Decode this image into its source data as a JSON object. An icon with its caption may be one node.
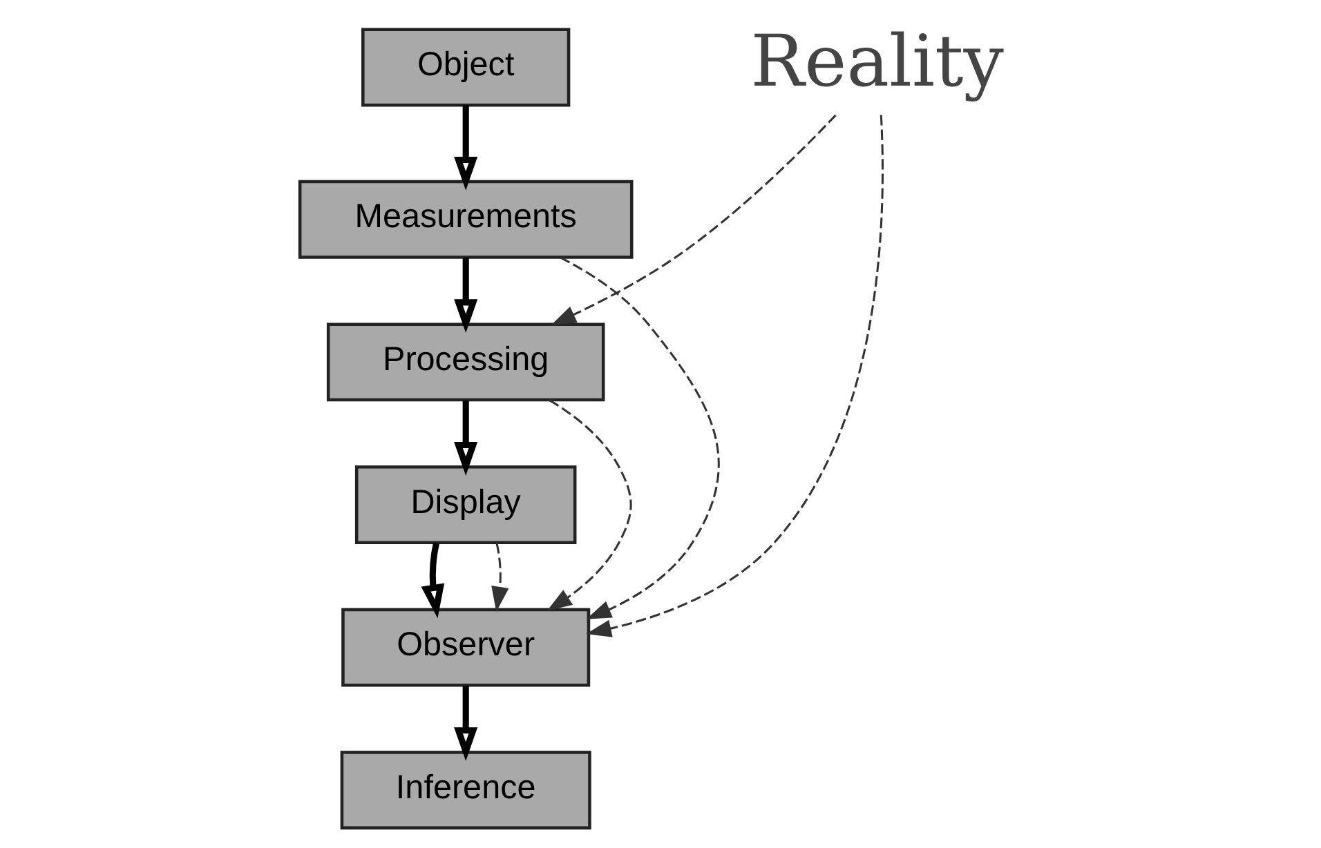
{
  "diagram": {
    "nodes": [
      {
        "text": [
          "Object"
        ]
      },
      {
        "text": [
          "Reality"
        ]
      },
      {
        "text": [
          "Measurements"
        ]
      },
      {
        "text": [
          "Processing"
        ]
      },
      {
        "text": [
          "Display"
        ]
      },
      {
        "text": [
          "Observer"
        ]
      },
      {
        "text": [
          "Inference"
        ]
      }
    ],
    "edges": [
      {
        "from": 0,
        "to": 2,
        "arrow": "to",
        "style": "thick"
      },
      {
        "from": 2,
        "to": 3,
        "arrow": "to",
        "style": "thick"
      },
      {
        "from": 3,
        "to": 4,
        "arrow": "to",
        "style": "thick"
      },
      {
        "from": 4,
        "to": 5,
        "arrow": "to",
        "style": "thick"
      },
      {
        "from": 5,
        "to": 6,
        "arrow": "to",
        "style": "thick"
      },
      {
        "from": 1,
        "to": 3,
        "arrow": "to",
        "style": "dashed"
      },
      {
        "from": 2,
        "to": 5,
        "arrow": "to",
        "style": "dashed"
      },
      {
        "from": 3,
        "to": 5,
        "arrow": "to",
        "style": "dashed"
      },
      {
        "from": 4,
        "to": 5,
        "arrow": "to",
        "style": "dashed"
      },
      {
        "from": 1,
        "to": 5,
        "arrow": "to",
        "style": "dashed"
      }
    ]
  }
}
